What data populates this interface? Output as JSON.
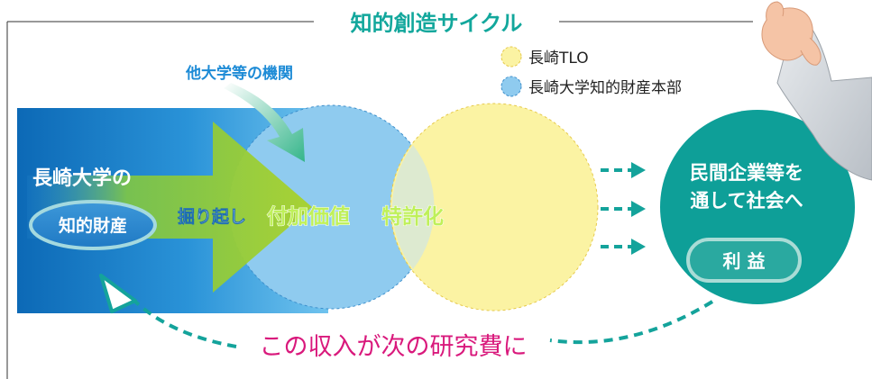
{
  "title": "知的創造サイクル",
  "legend": {
    "items": [
      {
        "label": "長崎TLO",
        "color": "#fbf3a3"
      },
      {
        "label": "長崎大学知的財産本部",
        "color": "#8fcbef"
      }
    ]
  },
  "other_institutions": "他大学等の機関",
  "university": {
    "line": "長崎大学の",
    "pill": "知的財産"
  },
  "steps": {
    "dig": "掘り起し",
    "value": "付加価値",
    "patent": "特許化"
  },
  "society": {
    "line1": "民間企業等を",
    "line2": "通して社会へ",
    "pill": "利 益"
  },
  "return_text": "この収入が次の研究費に",
  "colors": {
    "teal": "#0e9f98",
    "green_text": "#bff05a",
    "title": "#12a79c",
    "magenta": "#d9197c",
    "yellow": "#fbf3a3",
    "blue": "#8fcbef"
  }
}
